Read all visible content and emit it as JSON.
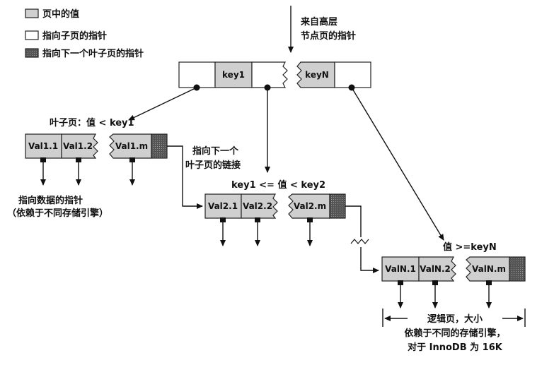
{
  "legend": {
    "value_in_page": "页中的值",
    "pointer_to_child": "指向子页的指针",
    "pointer_to_next_leaf": "指向下一个叶子页的指针"
  },
  "top_pointer_label": [
    "来自高层",
    "节点页的指针"
  ],
  "root_node": {
    "key_first": "key1",
    "key_last": "keyN"
  },
  "leaf1": {
    "caption": "叶子页：值 < key1",
    "values": [
      "Val1.1",
      "Val1.2",
      "Val1.m"
    ]
  },
  "leaf2": {
    "caption": "key1 <= 值 < key2",
    "values": [
      "Val2.1",
      "Val2.2",
      "Val2.m"
    ]
  },
  "leaf3": {
    "caption": "值 >=keyN",
    "values": [
      "ValN.1",
      "ValN.2",
      "ValN.m"
    ]
  },
  "next_leaf_link_label": [
    "指向下一个",
    "叶子页的链接"
  ],
  "data_pointer_label": [
    "指向数据的指针",
    "（依赖于不同存储引擎）"
  ],
  "logical_page_label": [
    "逻辑页，大小",
    "依赖于不同的存储引擎，",
    "对于 InnoDB 为 16K"
  ],
  "colors": {
    "value_cell": "#cfcfcf",
    "child_pointer": "#ffffff",
    "next_leaf_pointer": "#4a4a4a"
  }
}
